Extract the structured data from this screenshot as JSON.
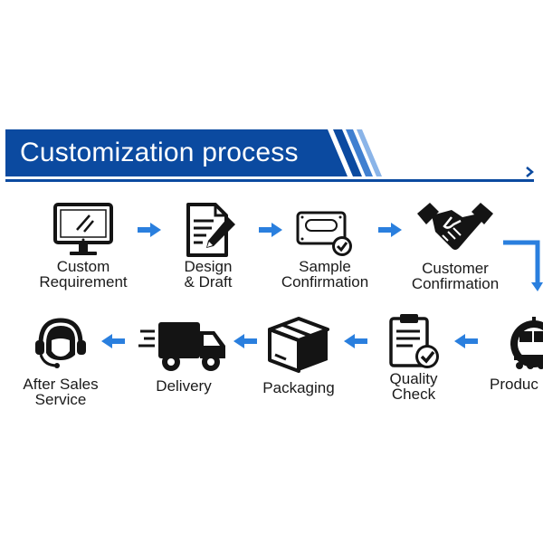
{
  "banner": {
    "title": "Customization process"
  },
  "steps": [
    {
      "label_line1": "Custom",
      "label_line2": "Requirement",
      "icon": "monitor-icon"
    },
    {
      "label_line1": "Design",
      "label_line2": "& Draft",
      "icon": "document-pen-icon"
    },
    {
      "label_line1": "Sample",
      "label_line2": "Confirmation",
      "icon": "sample-check-icon"
    },
    {
      "label_line1": "Customer",
      "label_line2": "Confirmation",
      "icon": "handshake-icon"
    },
    {
      "label_line1": "Produc",
      "icon": "factory-gear-icon"
    },
    {
      "label_line1": "Quality",
      "label_line2": "Check",
      "icon": "clipboard-check-icon"
    },
    {
      "label_line1": "Packaging",
      "icon": "box-icon"
    },
    {
      "label_line1": "Delivery",
      "icon": "truck-icon"
    },
    {
      "label_line1": "After Sales",
      "label_line2": "Service",
      "icon": "headset-agent-icon"
    }
  ],
  "colors": {
    "brand_blue": "#0b4aa0",
    "arrow_blue": "#2a7fde",
    "icon_dark": "#141414"
  }
}
